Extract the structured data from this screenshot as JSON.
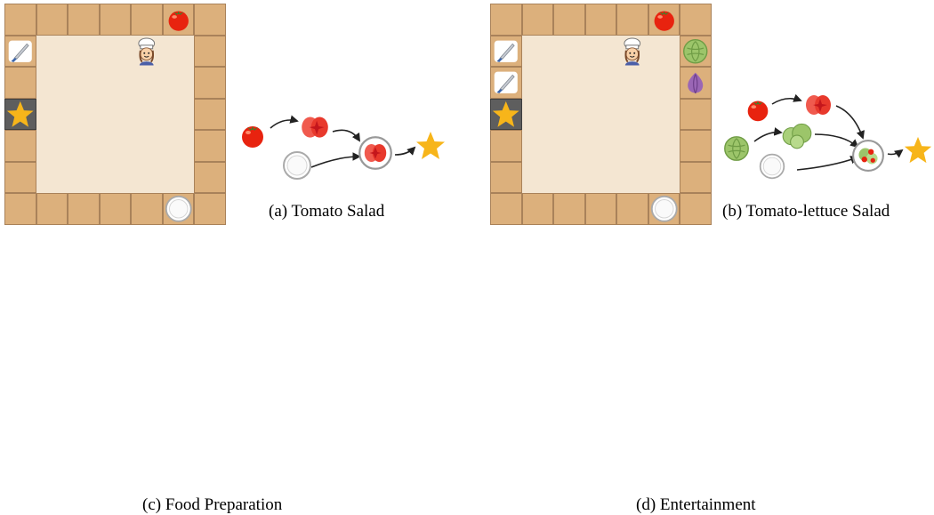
{
  "panels": [
    {
      "id": "a",
      "caption": "(a) Tomato Salad",
      "layout": [
        "CCCCCTC",
        "KFFFFFC",
        "CFFFFFC",
        "SFFFFFC",
        "CFFFFFC",
        "CFFFFFC",
        "CCCCCPC"
      ],
      "chef": [
        1,
        4
      ],
      "recipe_icons": [
        "tomato-icon",
        "chopped-tomato-icon",
        "plate-icon",
        "tomato-on-plate-icon",
        "star-icon"
      ]
    },
    {
      "id": "b",
      "caption": "(b) Tomato-lettuce Salad",
      "layout": [
        "CCCCCTC",
        "KFFFFFL",
        "KFFFFFO",
        "SFFFFFC",
        "CFFFFFC",
        "CFFFFFC",
        "CCCCCPC"
      ],
      "chef": [
        1,
        4
      ],
      "recipe_icons": [
        "tomato-icon",
        "chopped-tomato-icon",
        "lettuce-icon",
        "chopped-lettuce-icon",
        "plate-icon",
        "salad-plate-icon",
        "star-icon"
      ]
    }
  ],
  "bottom_captions": [
    "(c) Food Preparation",
    "(d) Entertainment"
  ],
  "tile_legend": {
    "C": "counter",
    "F": "floor",
    "K": "knife-station",
    "T": "tomato-station",
    "L": "lettuce-station",
    "O": "onion-station",
    "S": "serving-station",
    "P": "plate-station"
  },
  "colors": {
    "counter": "#dcb07c",
    "floor": "#f4e6d2",
    "serve": "#5e5e5e",
    "tomato": "#e8230f",
    "lettuce": "#9cc56a",
    "onion": "#9a66b5",
    "star": "#f7b51a"
  }
}
